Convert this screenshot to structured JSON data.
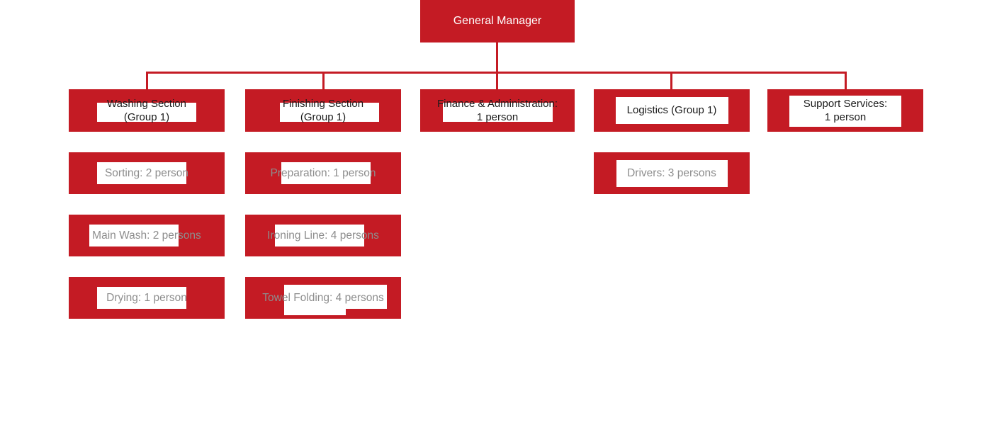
{
  "chart": {
    "type": "org-chart",
    "title": "Laundry Operations Organizational Structure",
    "colors": {
      "box_fill": "#C41B24",
      "connector": "#C41B24",
      "top_text": "#ffffff",
      "dept_text": "#1b1b1b",
      "sub_text": "#8d8d8d",
      "plate": "#ffffff",
      "background": "#ffffff"
    },
    "root": {
      "label": "General Manager"
    },
    "departments": [
      {
        "id": "washing-section",
        "label": "Washing Section\n(Group 1)",
        "children": [
          {
            "id": "sorting",
            "label": "Sorting: 2 person"
          },
          {
            "id": "main-wash",
            "label": "Main Wash: 2 persons"
          },
          {
            "id": "drying",
            "label": "Drying: 1 person"
          }
        ]
      },
      {
        "id": "finishing-section",
        "label": "Finishing Section\n(Group 1)",
        "children": [
          {
            "id": "preparation",
            "label": "Preparation: 1 person"
          },
          {
            "id": "ironing-line",
            "label": "Ironing Line: 4 persons"
          },
          {
            "id": "towel-folding",
            "label": "Towel Folding: 4 persons"
          }
        ]
      },
      {
        "id": "finance-administration",
        "label": "Finance & Administration:\n1 person",
        "children": []
      },
      {
        "id": "logistics",
        "label": "Logistics (Group 1)",
        "children": [
          {
            "id": "drivers",
            "label": "Drivers: 3 persons"
          }
        ]
      },
      {
        "id": "support-services",
        "label": "Support Services:\n1 person",
        "children": []
      }
    ]
  }
}
